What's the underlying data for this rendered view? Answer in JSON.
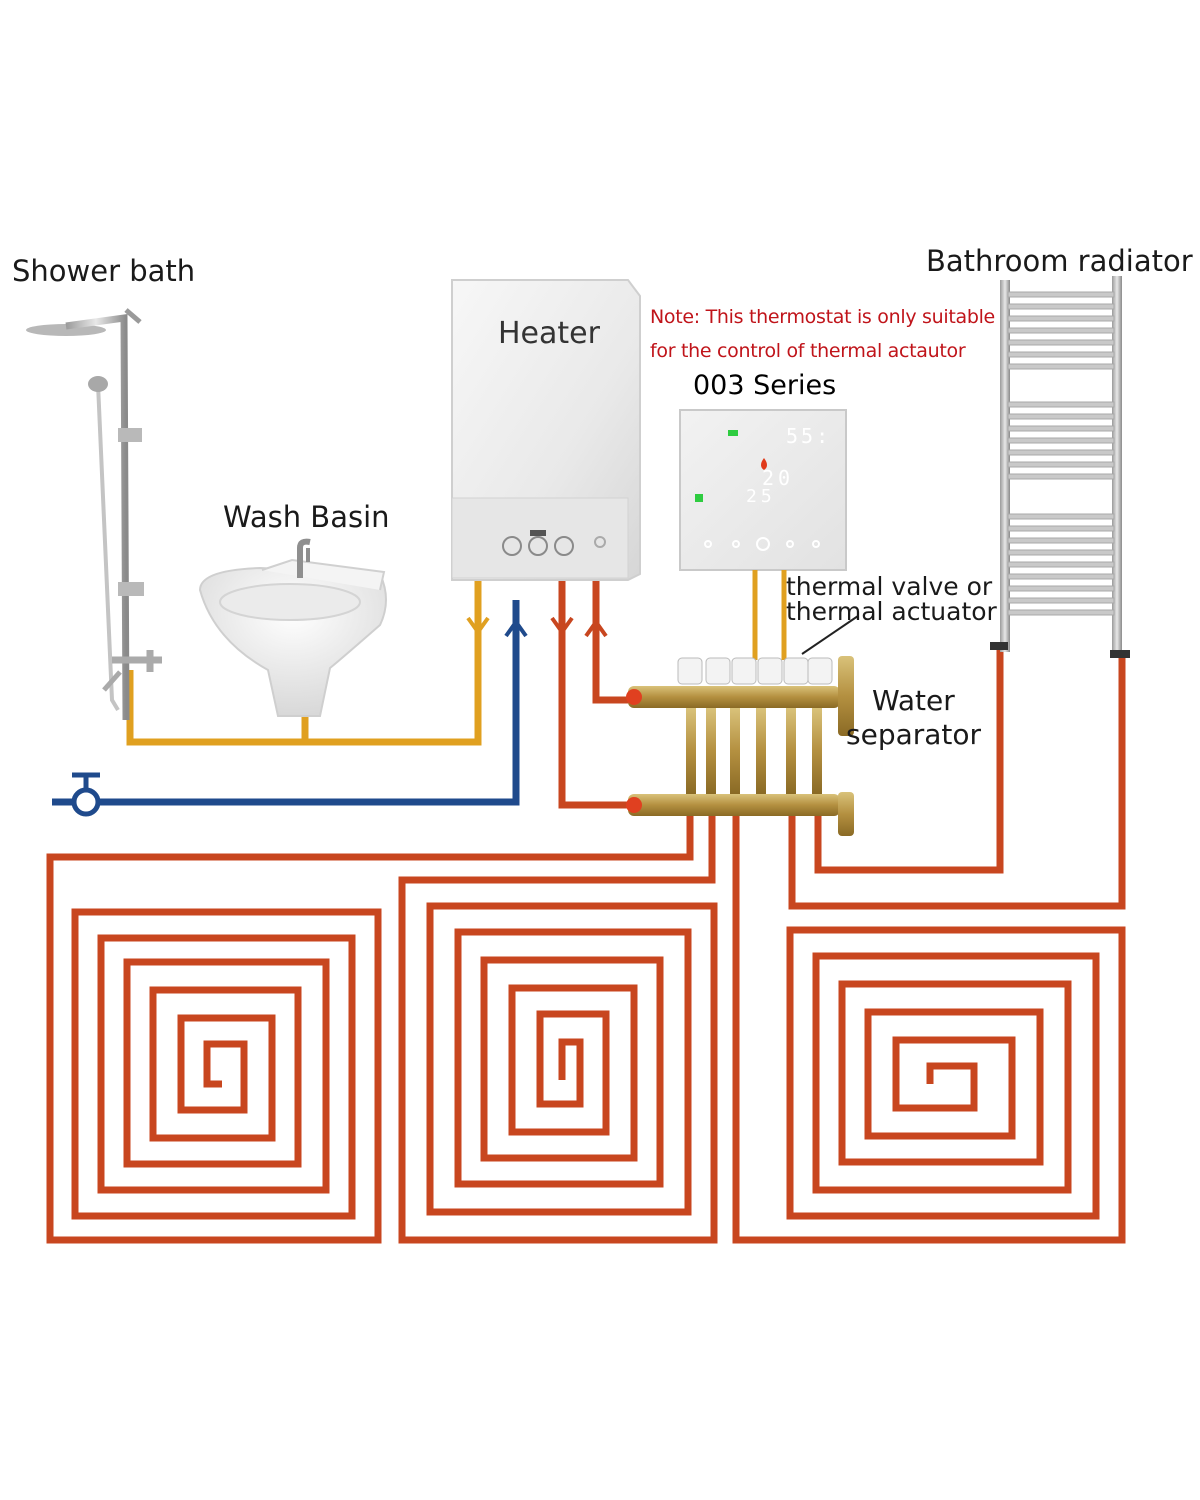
{
  "labels": {
    "shower": "Shower bath",
    "wash_basin": "Wash Basin",
    "heater": "Heater",
    "note_line1": "Note: This thermostat is only suitable",
    "note_line2": "for the control of thermal actautor",
    "series": "003 Series",
    "radiator": "Bathroom radiator",
    "valve_line1": "thermal valve or",
    "valve_line2": "thermal actuator",
    "separator_line1": "Water",
    "separator_line2": "separator"
  },
  "thermostat": {
    "time": "55:",
    "temp": "20",
    "set_temp": "25"
  },
  "colors": {
    "heating_pipe": "#c8461f",
    "cold_water_pipe": "#1f4a8c",
    "hot_water_pipe": "#e0a020",
    "note_text": "#c0141a",
    "thermostat_green": "#2ecc40",
    "flame": "#e03a1a"
  },
  "icons": [
    "shower-icon",
    "wash-basin-icon",
    "heater-icon",
    "thermostat-icon",
    "radiator-icon",
    "manifold-icon",
    "valve-icon",
    "flame-icon"
  ]
}
